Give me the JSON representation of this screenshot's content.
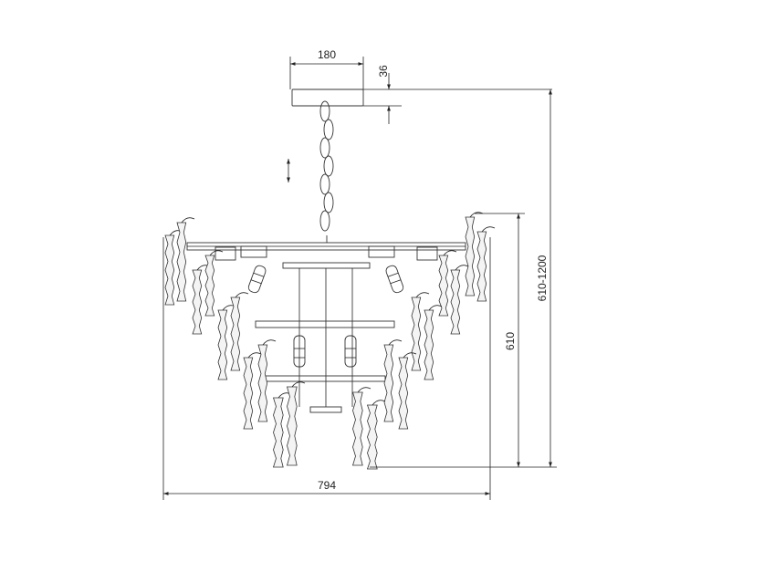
{
  "dimensions": {
    "canopy_width": "180",
    "canopy_height": "36",
    "total_width": "794",
    "body_height": "610",
    "adjustable_height": "610-1200"
  },
  "colors": {
    "line": "#222222",
    "background": "#ffffff"
  }
}
